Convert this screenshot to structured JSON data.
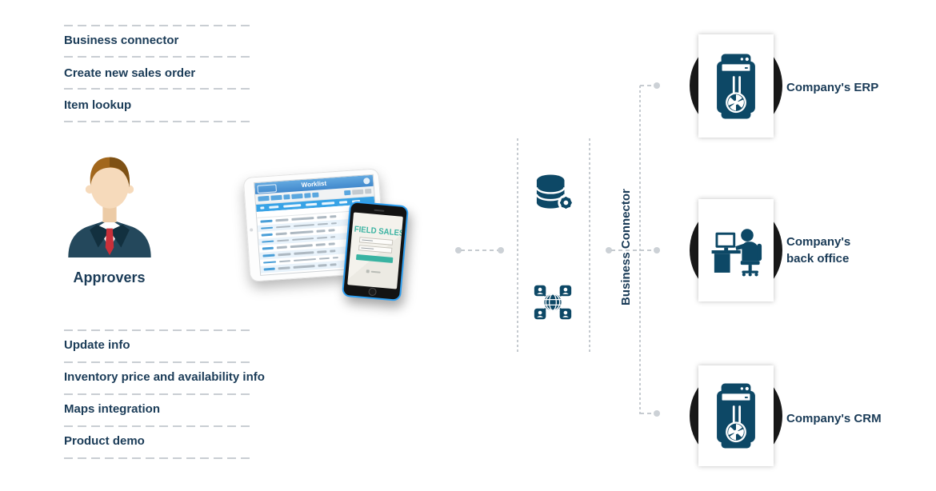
{
  "palette": {
    "text_navy": "#1a3b57",
    "icon_navy": "#0d4866",
    "line_gray": "#c9ced3",
    "teal": "#3bb3a2",
    "phone_frame_blue": "#2d9ff2",
    "tablet_header_blue": "#4a94d8",
    "table_header_blue": "#38a3e6",
    "status_green": "#7dc855",
    "status_orange": "#f0b840",
    "status_red": "#e8645a",
    "suit_navy": "#24485c",
    "tie_red": "#c9303a",
    "card_shadow_black": "#191919"
  },
  "features_top": {
    "items": [
      {
        "label": "Business connector"
      },
      {
        "label": "Create new sales order"
      },
      {
        "label": "Item lookup"
      }
    ]
  },
  "approvers": {
    "label": "Approvers"
  },
  "features_bottom": {
    "items": [
      {
        "label": "Update info"
      },
      {
        "label": "Inventory price and availability info"
      },
      {
        "label": "Maps integration"
      },
      {
        "label": "Product demo"
      }
    ]
  },
  "devices": {
    "tablet": {
      "title": "Worklist"
    },
    "phone": {
      "app_title": "FIELD SALES"
    }
  },
  "connector": {
    "label": "Business Connector"
  },
  "systems": {
    "erp": {
      "label": "Company's ERP"
    },
    "back_office": {
      "label": "Company's back office"
    },
    "crm": {
      "label": "Company's CRM"
    }
  },
  "icons": {
    "approver": "approver-avatar",
    "middleware_database": "database-gear-icon",
    "middleware_network": "network-users-icon",
    "erp": "server-tower-icon",
    "back_office": "back-office-desk-icon",
    "crm": "server-tower-icon"
  }
}
